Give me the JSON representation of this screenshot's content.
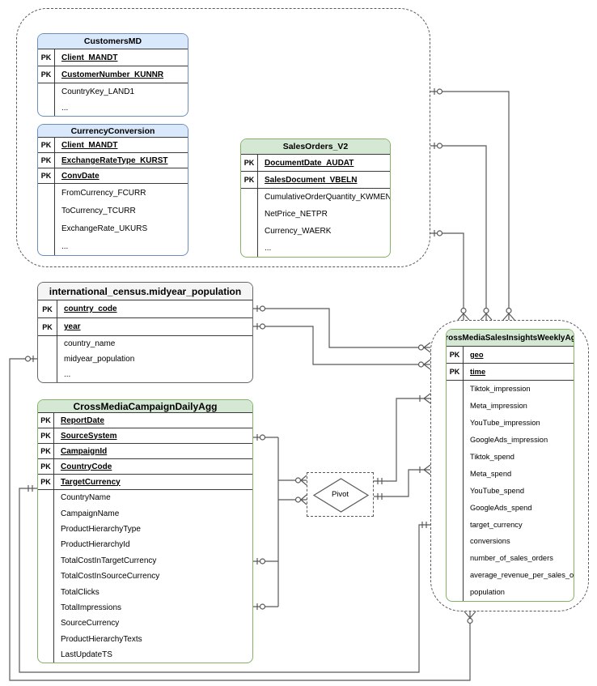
{
  "diagram": {
    "pk_label": "PK",
    "pivot_label": "Pivot",
    "colors": {
      "blue_header": "#dae8fc",
      "blue_border": "#6c8ebf",
      "green_header": "#d5e8d4",
      "green_border": "#82b366",
      "gray_header": "#f5f5f5",
      "gray_border": "#666666",
      "connector_line": "#595959"
    },
    "tables": [
      {
        "id": "customers_md",
        "title": "CustomersMD",
        "theme": "blue",
        "primary_keys": [
          "Client_MANDT",
          "CustomerNumber_KUNNR"
        ],
        "fields": [
          "CountryKey_LAND1",
          "..."
        ]
      },
      {
        "id": "currency_conversion",
        "title": "CurrencyConversion",
        "theme": "blue",
        "primary_keys": [
          "Client_MANDT",
          "ExchangeRateType_KURST",
          "ConvDate"
        ],
        "fields": [
          "FromCurrency_FCURR",
          "ToCurrency_TCURR",
          "ExchangeRate_UKURS",
          "..."
        ]
      },
      {
        "id": "sales_orders_v2",
        "title": "SalesOrders_V2",
        "theme": "green",
        "primary_keys": [
          "DocumentDate_AUDAT",
          "SalesDocument_VBELN"
        ],
        "fields": [
          "CumulativeOrderQuantity_KWMENG",
          "NetPrice_NETPR",
          "Currency_WAERK",
          "..."
        ]
      },
      {
        "id": "midyear_population",
        "title": "international_census.midyear_population",
        "theme": "gray",
        "primary_keys": [
          "country_code",
          "year"
        ],
        "fields": [
          "country_name",
          "midyear_population",
          "..."
        ]
      },
      {
        "id": "campaign_daily_agg",
        "title": "CrossMediaCampaignDailyAgg",
        "theme": "green",
        "primary_keys": [
          "ReportDate",
          "SourceSystem",
          "CampaignId",
          "CountryCode",
          "TargetCurrency"
        ],
        "fields": [
          "CountryName",
          "CampaignName",
          "ProductHierarchyType",
          "ProductHierarchyId",
          "TotalCostInTargetCurrency",
          "TotalCostInSourceCurrency",
          "TotalClicks",
          "TotalImpressions",
          "SourceCurrency",
          "ProductHierarchyTexts",
          "LastUpdateTS"
        ]
      },
      {
        "id": "sales_insights_weekly_agg",
        "title": "CrossMediaSalesInsightsWeeklyAgg",
        "theme": "green",
        "primary_keys": [
          "geo",
          "time"
        ],
        "fields": [
          "Tiktok_impression",
          "Meta_impression",
          "YouTube_impression",
          "GoogleAds_impression",
          "Tiktok_spend",
          "Meta_spend",
          "YouTube_spend",
          "GoogleAds_spend",
          "target_currency",
          "conversions",
          "number_of_sales_orders",
          "average_revenue_per_sales_order",
          "population"
        ]
      }
    ]
  }
}
